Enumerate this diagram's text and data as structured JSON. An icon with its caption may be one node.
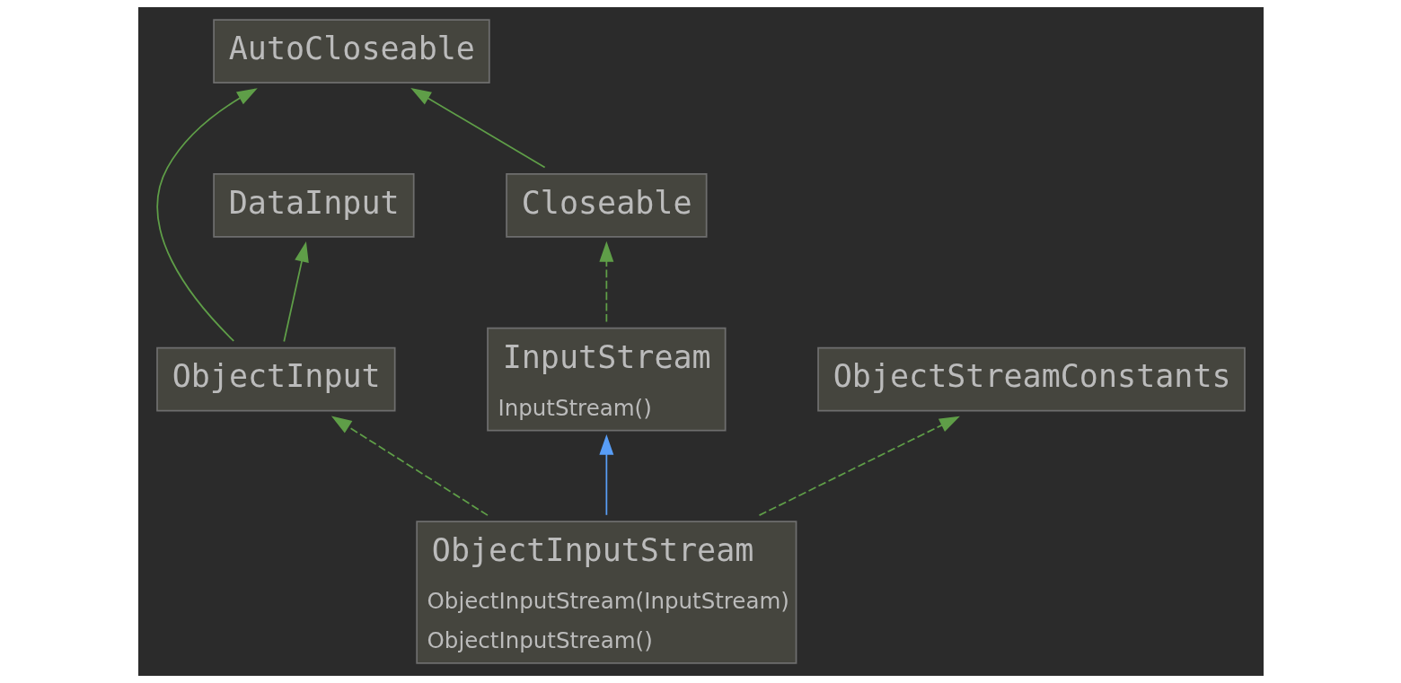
{
  "diagram": {
    "nodes": [
      {
        "text": [
          "AutoCloseable"
        ]
      },
      {
        "text": [
          "DataInput"
        ]
      },
      {
        "text": [
          "Closeable"
        ]
      },
      {
        "text": [
          "ObjectInput"
        ]
      },
      {
        "text": [
          "InputStream",
          "InputStream()"
        ]
      },
      {
        "text": [
          "ObjectStreamConstants"
        ]
      },
      {
        "text": [
          "ObjectInputStream",
          "ObjectInputStream(InputStream)",
          "ObjectInputStream()"
        ]
      }
    ],
    "edges": [
      {
        "from": 3,
        "to": 0,
        "arrow": "to"
      },
      {
        "from": 2,
        "to": 0,
        "arrow": "to"
      },
      {
        "from": 3,
        "to": 1,
        "arrow": "to"
      },
      {
        "from": 4,
        "to": 2,
        "arrow": "to",
        "style": "dashed"
      },
      {
        "from": 6,
        "to": 3,
        "arrow": "to",
        "style": "dashed"
      },
      {
        "from": 6,
        "to": 4,
        "arrow": "to",
        "color": "#589df6"
      },
      {
        "from": 6,
        "to": 5,
        "arrow": "to",
        "style": "dashed"
      }
    ]
  }
}
